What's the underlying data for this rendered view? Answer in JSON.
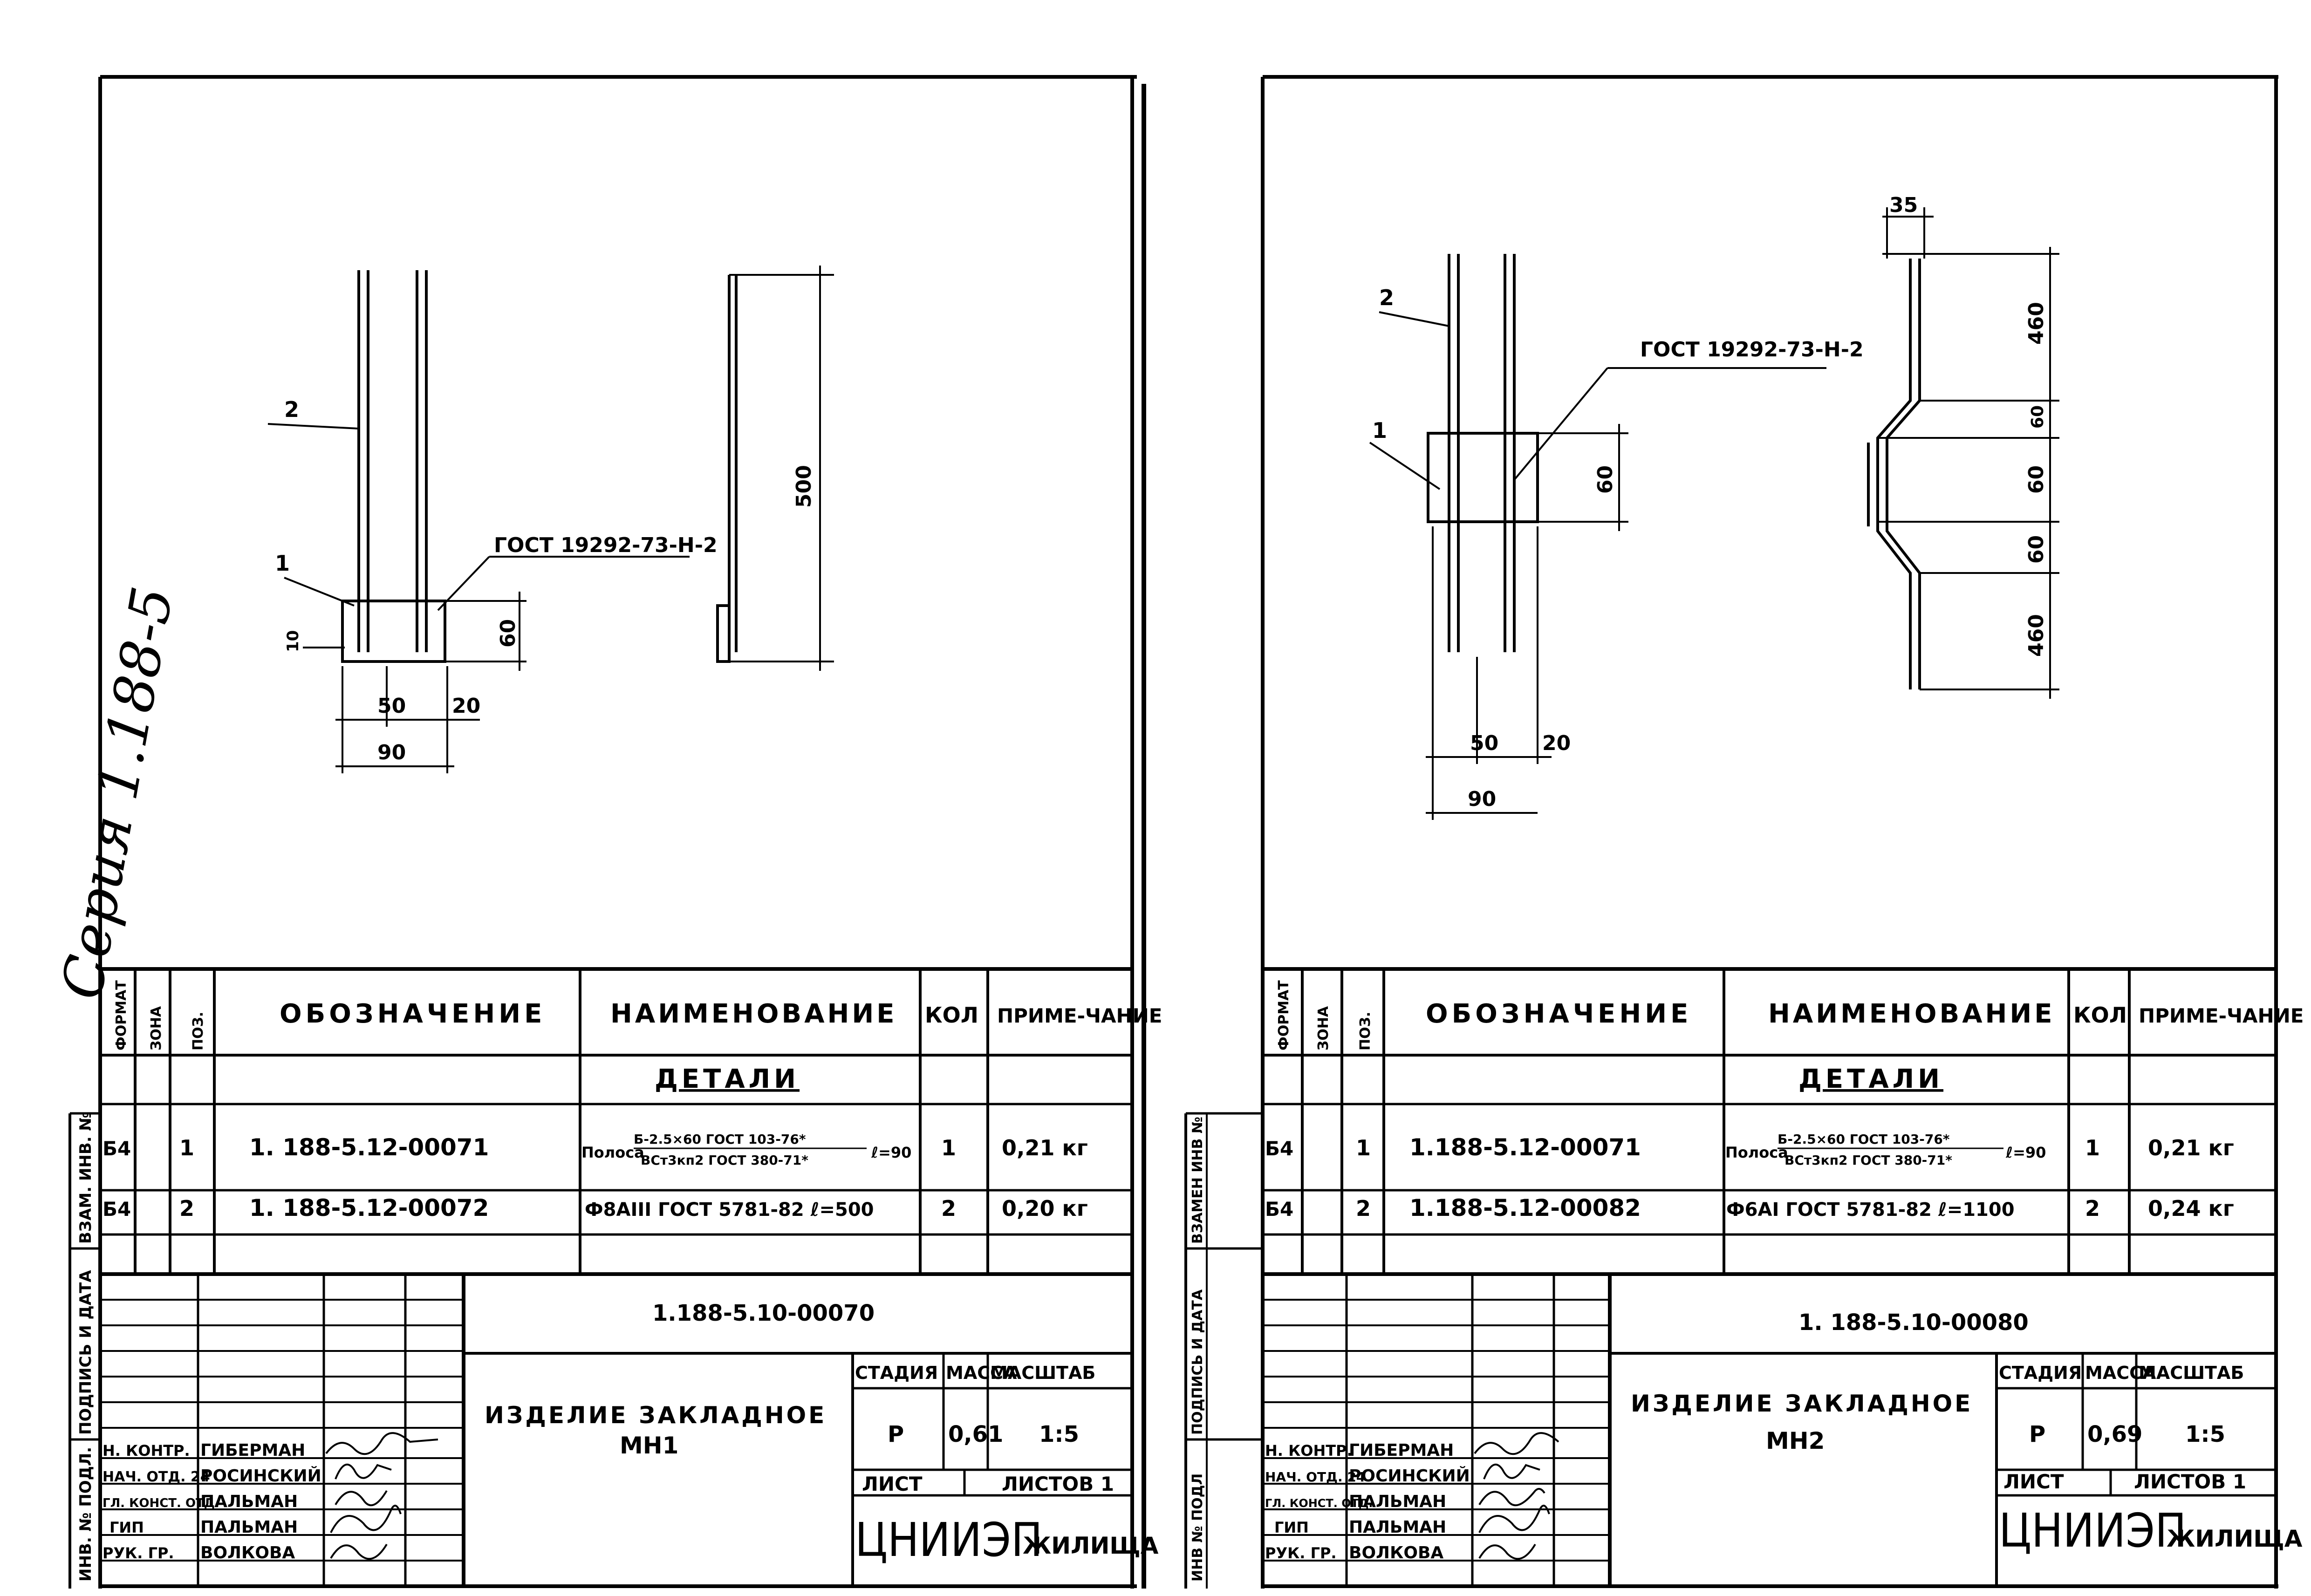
{
  "series_note": "Серия 1.188-5",
  "side_labels": [
    "ИНВ. № ПОДЛ.",
    "ПОДПИСЬ И ДАТА",
    "ВЗАМ. ИНВ. №"
  ],
  "side_labels_right": [
    "ИНВ № ПОДЛ",
    "ПОДПИСЬ И ДАТА",
    "ВЗАМЕН ИНВ №"
  ],
  "table_headers": {
    "format": "ФОРМАТ",
    "zone": "ЗОНА",
    "pos": "ПОЗ.",
    "designation": "ОБОЗНАЧЕНИЕ",
    "name": "НАИМЕНОВАНИЕ",
    "qty": "КОЛ",
    "note": "ПРИМЕ-ЧАНИЕ"
  },
  "section_title": "ДЕТАЛИ",
  "staff": [
    {
      "role": "Н. КОНТР.",
      "name": "ГИБЕРМАН"
    },
    {
      "role": "НАЧ. ОТД. 24",
      "name": "РОСИНСКИЙ"
    },
    {
      "role": "ГЛ. КОНСТ. ОТД.",
      "name": "ПАЛЬМАН"
    },
    {
      "role": "ГИП",
      "name": "ПАЛЬМАН"
    },
    {
      "role": "РУК. ГР.",
      "name": "ВОЛКОВА"
    }
  ],
  "stamp_headers": {
    "stage": "СТАДИЯ",
    "mass": "МАССА",
    "scale": "МАСШТАБ",
    "sheet": "ЛИСТ",
    "sheets": "ЛИСТОВ 1"
  },
  "organization": {
    "main": "ЦНИИЭП",
    "sub": "ЖИЛИЩА"
  },
  "sheets": [
    {
      "drawing": {
        "label_pos2": "2",
        "label_pos1": "1",
        "gost_label": "ГОСТ 19292-73-Н-2",
        "dim_500": "500",
        "dim_60": "60",
        "dim_50": "50",
        "dim_20": "20",
        "dim_90": "90",
        "dim_10": "10"
      },
      "rows": [
        {
          "format": "Б4",
          "zone": "",
          "pos": "1",
          "designation": "1. 188-5.12-00071",
          "name_prefix": "Полоса",
          "name_top": "Б-2.5×60 ГОСТ 103-76*",
          "name_bottom": "ВСт3кп2 ГОСТ 380-71*",
          "name_suffix": "ℓ=90",
          "qty": "1",
          "note": "0,21 кг"
        },
        {
          "format": "Б4",
          "zone": "",
          "pos": "2",
          "designation": "1. 188-5.12-00072",
          "name": "Ф8АIII ГОСТ 5781-82 ℓ=500",
          "qty": "2",
          "note": "0,20 кг"
        }
      ],
      "doc_code": "1.188-5.10-00070",
      "title_line1": "ИЗДЕЛИЕ ЗАКЛАДНОЕ",
      "title_line2": "МН1",
      "stage": "Р",
      "mass": "0,61",
      "scale": "1:5"
    },
    {
      "drawing": {
        "label_pos2": "2",
        "label_pos1": "1",
        "gost_label": "ГОСТ 19292-73-Н-2",
        "dim_35": "35",
        "dim_460_top": "460",
        "dim_60_a": "60",
        "dim_60_b": "60",
        "dim_60_c": "60",
        "dim_460_bottom": "460",
        "dim_60_plate": "60",
        "dim_50": "50",
        "dim_20": "20",
        "dim_90": "90"
      },
      "rows": [
        {
          "format": "Б4",
          "zone": "",
          "pos": "1",
          "designation": "1.188-5.12-00071",
          "name_prefix": "Полоса",
          "name_top": "Б-2.5×60 ГОСТ 103-76*",
          "name_bottom": "ВСт3кп2 ГОСТ 380-71*",
          "name_suffix": "ℓ=90",
          "qty": "1",
          "note": "0,21 кг"
        },
        {
          "format": "Б4",
          "zone": "",
          "pos": "2",
          "designation": "1.188-5.12-00082",
          "name": "Ф6АI ГОСТ 5781-82 ℓ=1100",
          "qty": "2",
          "note": "0,24 кг"
        }
      ],
      "doc_code": "1. 188-5.10-00080",
      "title_line1": "ИЗДЕЛИЕ ЗАКЛАДНОЕ",
      "title_line2": "МН2",
      "stage": "Р",
      "mass": "0,69",
      "scale": "1:5"
    }
  ]
}
